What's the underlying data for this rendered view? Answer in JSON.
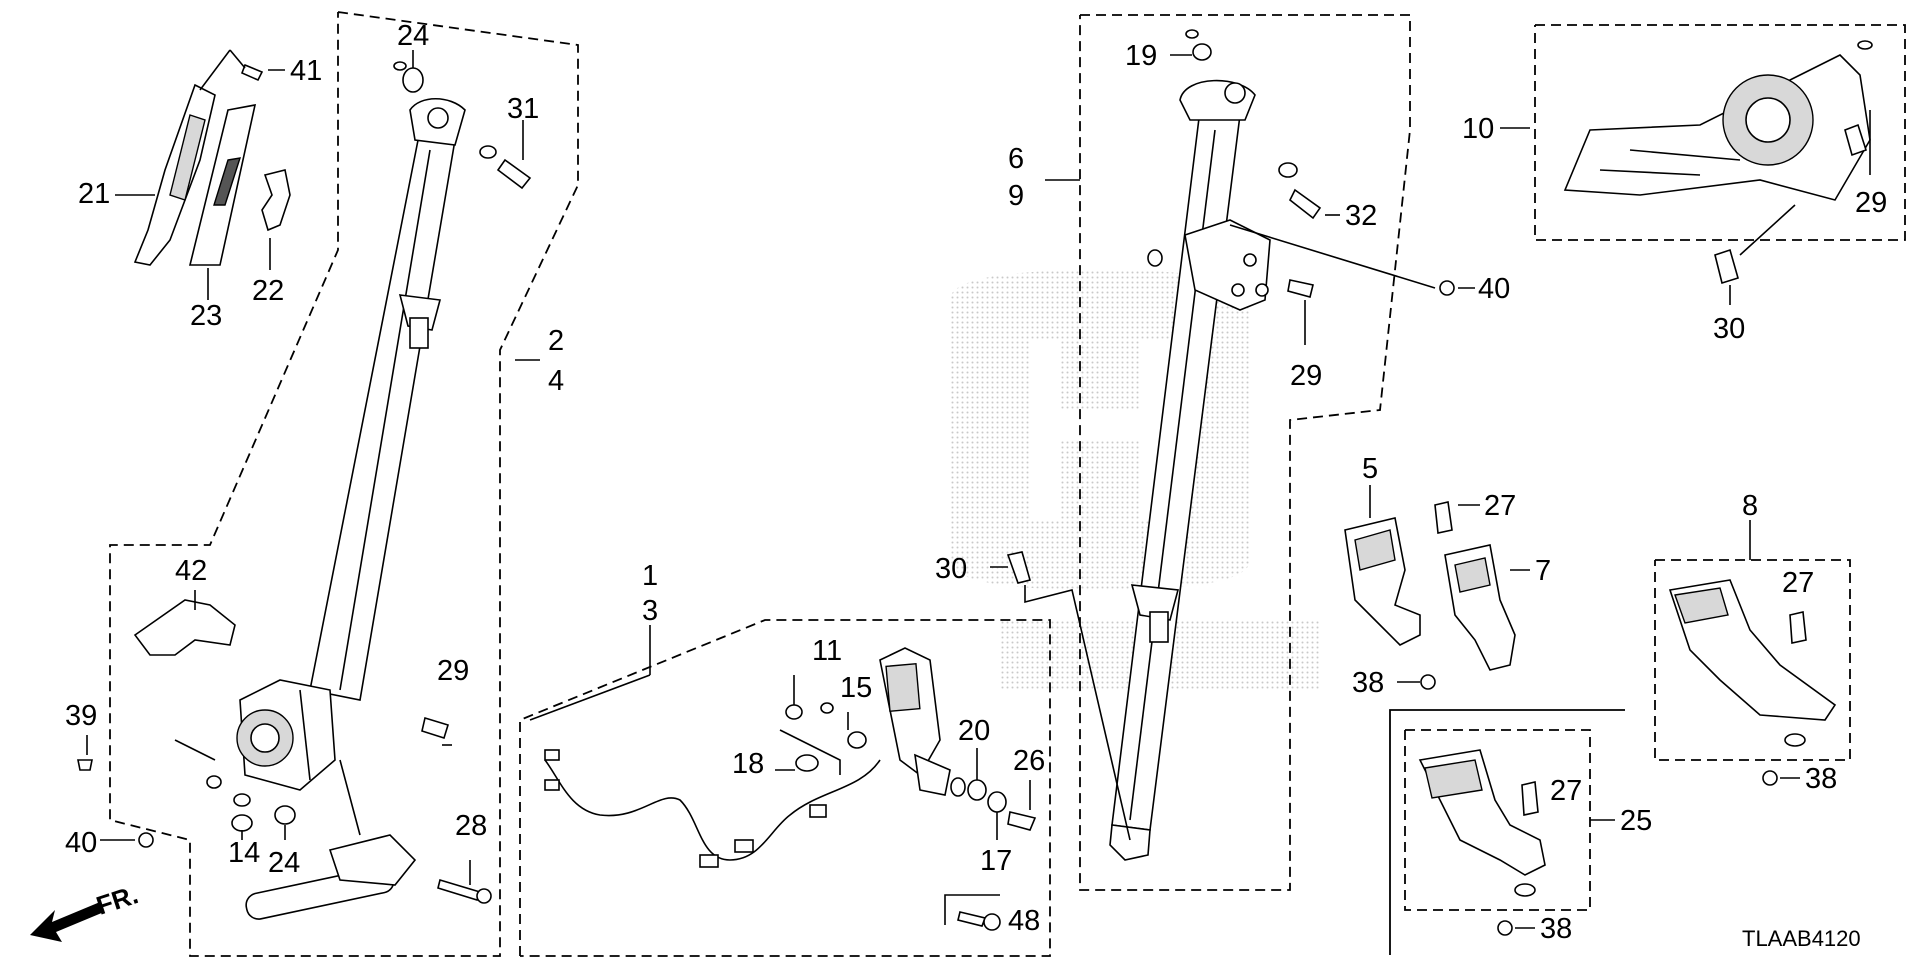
{
  "diagram": {
    "code": "TLAAB4120",
    "front_marker": "FR.",
    "labels": {
      "l1": "1",
      "l3": "3",
      "l2": "2",
      "l4": "4",
      "l5": "5",
      "l6": "6",
      "l7": "7",
      "l8": "8",
      "l9": "9",
      "l10": "10",
      "l11": "11",
      "l14": "14",
      "l15": "15",
      "l17": "17",
      "l18": "18",
      "l19": "19",
      "l20": "20",
      "l21": "21",
      "l22": "22",
      "l23": "23",
      "l24a": "24",
      "l24b": "24",
      "l25": "25",
      "l26": "26",
      "l27a": "27",
      "l27b": "27",
      "l27c": "27",
      "l28": "28",
      "l29a": "29",
      "l29b": "29",
      "l29c": "29",
      "l30a": "30",
      "l30b": "30",
      "l31": "31",
      "l32": "32",
      "l38a": "38",
      "l38b": "38",
      "l38c": "38",
      "l39": "39",
      "l40a": "40",
      "l40b": "40",
      "l41": "41",
      "l42": "42",
      "l48": "48"
    }
  }
}
